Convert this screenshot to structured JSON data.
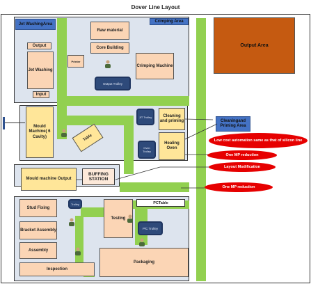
{
  "title": "Dover Line Layout",
  "zones": {
    "jet_washing_area": "Jet WashingArea",
    "crimping_area": "Crimping Area",
    "output_area": "Output Area",
    "cleaning_priming_area": "Cleaningand Priming Area"
  },
  "stations": {
    "output": "Output",
    "jet_washing": "Jet Washing",
    "input": "Input",
    "raw_material": "Raw material",
    "core_building": "Core Building",
    "printer": "Printer",
    "crimping_machine": "Crimping Machine",
    "output_trolley": "Output Trolley",
    "mould_machine": "Mould Machine( 6 Cavity)",
    "table": "Table",
    "cleaning_priming": "Cleaning and priming",
    "healing_oven": "Healing Oven",
    "mould_machine_output": "Mould machine Output",
    "buffing_station": "BUFFING STATION",
    "stud_fixing": "Stud Fixing",
    "bracket_assembly": "Bracket Assembly",
    "assembly": "Assembly",
    "inspection": "Inspection",
    "testing": "Testing",
    "pc_table": "PCTable",
    "packaging": "Packaging",
    "trolley_label": "Trolley",
    "jit_trolley": "JIT Trolley",
    "oven_trolley": "Trolley",
    "oven_trolley_2": "Oven Trolley",
    "pc_trolley": "P/C Trolley"
  },
  "callouts": {
    "low_cost_automation": "Low cost automation same as that of silicon line",
    "one_mp_reduction_1": "One MP reduction",
    "layout_modification": "Layout Modification",
    "one_mp_reduction_2": "One MP reduction"
  },
  "colors": {
    "aisle": "#92d050",
    "zone": "#dde4ee",
    "station_peach": "#fbd5b5",
    "station_yellow": "#ffe699",
    "label_blue": "#4472c4",
    "output_orange": "#c55a11",
    "callout_red": "#e60000"
  }
}
